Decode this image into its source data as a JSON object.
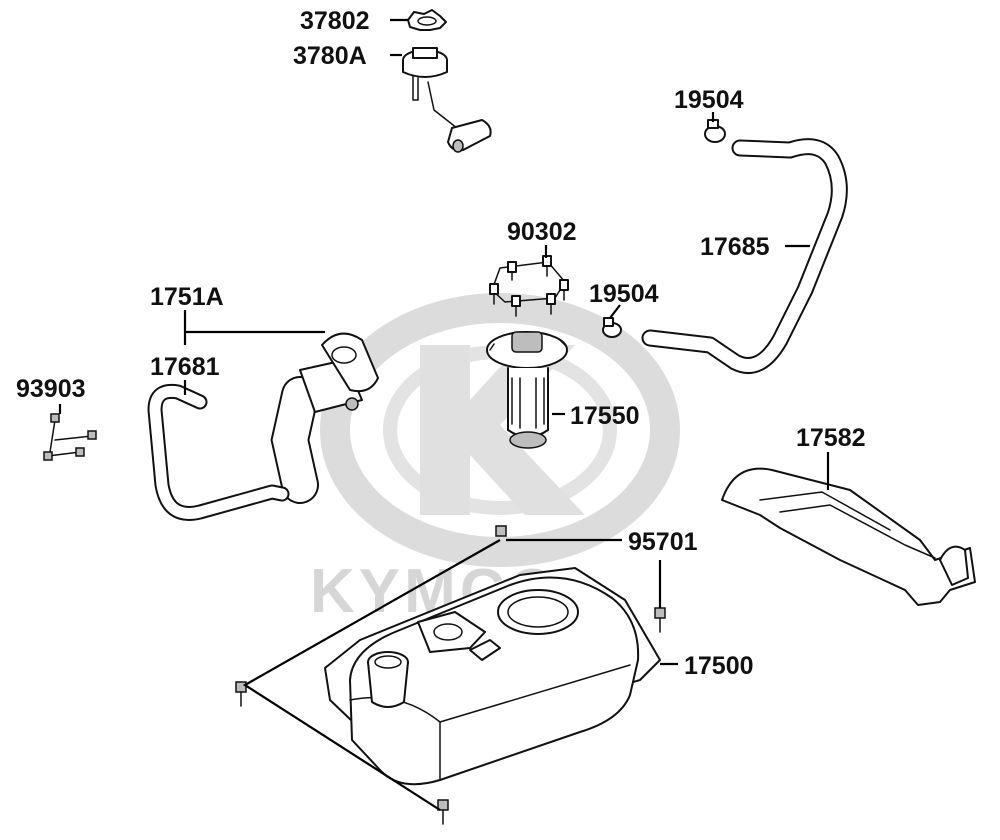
{
  "watermark": {
    "brand": "KYMCO",
    "color": "#d6d6d6"
  },
  "labels": {
    "p37802": "37802",
    "p3780A": "3780A",
    "p19504_top": "19504",
    "p90302": "90302",
    "p17685": "17685",
    "p1751A": "1751A",
    "p19504_mid": "19504",
    "p17681": "17681",
    "p93903": "93903",
    "p17550": "17550",
    "p17582": "17582",
    "p95701": "95701",
    "p17500": "17500"
  },
  "colors": {
    "line": "#000000",
    "label": "#111111",
    "shade": "#bdbdbd"
  }
}
